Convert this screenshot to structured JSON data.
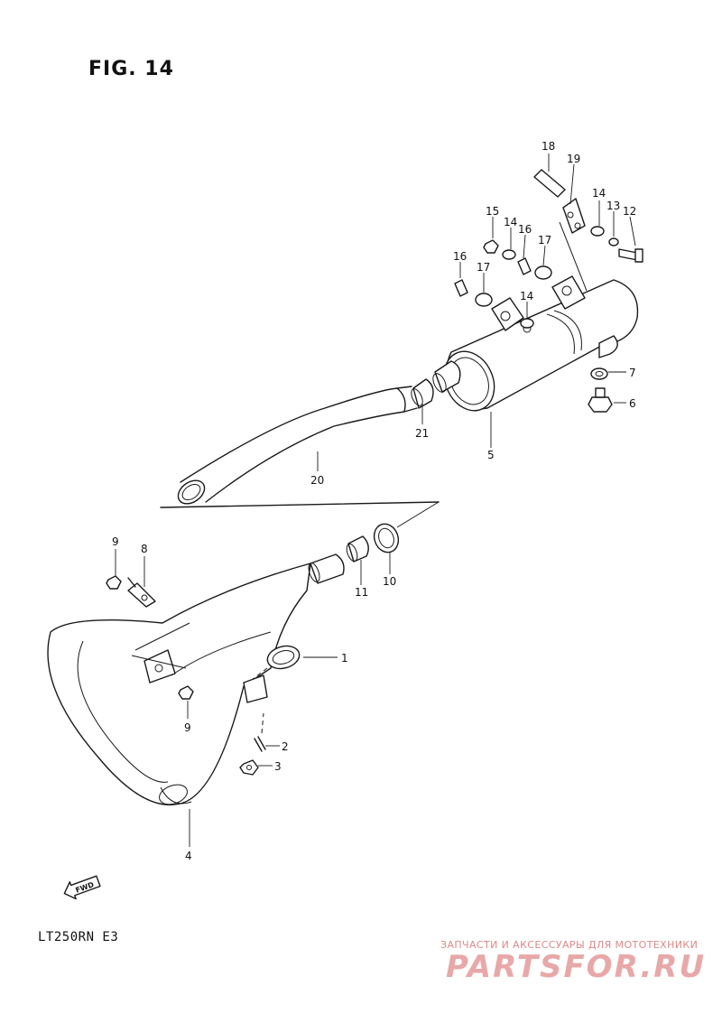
{
  "figure": {
    "title": "FIG. 14"
  },
  "model": {
    "code": "LT250RN  E3"
  },
  "direction": {
    "label": "FWD"
  },
  "watermark": {
    "tagline": "ЗАПЧАСТИ И АКСЕССУАРЫ ДЛЯ МОТОТЕХНИКИ",
    "logo": "PARTSFOR.RU"
  },
  "callouts": {
    "c1": "1",
    "c2": "2",
    "c3": "3",
    "c4": "4",
    "c5": "5",
    "c6": "6",
    "c7": "7",
    "c8": "8",
    "c9a": "9",
    "c9b": "9",
    "c10": "10",
    "c11": "11",
    "c12": "12",
    "c13": "13",
    "c14a": "14",
    "c14b": "14",
    "c14c": "14",
    "c15": "15",
    "c16a": "16",
    "c16b": "16",
    "c17a": "17",
    "c17b": "17",
    "c18": "18",
    "c19": "19",
    "c20": "20",
    "c21": "21"
  }
}
